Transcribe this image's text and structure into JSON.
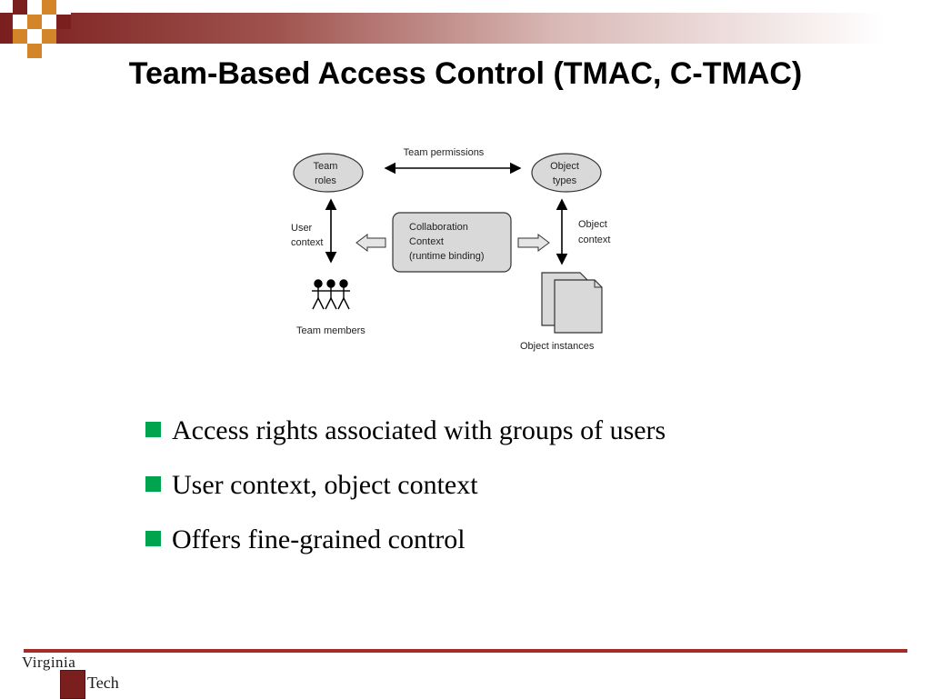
{
  "slide": {
    "title": "Team-Based Access Control (TMAC, C-TMAC)"
  },
  "diagram": {
    "team_permissions": "Team permissions",
    "team_roles": [
      "Team",
      "roles"
    ],
    "object_types": [
      "Object",
      "types"
    ],
    "user_context": [
      "User",
      "context"
    ],
    "object_context": [
      "Object",
      "context"
    ],
    "collaboration": [
      "Collaboration",
      "Context",
      "(runtime binding)"
    ],
    "team_members": "Team members",
    "object_instances": "Object instances"
  },
  "bullets": [
    "Access rights associated with groups of users",
    "User context, object context",
    "Offers fine-grained control"
  ],
  "footer": {
    "logo_word1": "Virginia",
    "logo_word2": "Tech"
  },
  "colors": {
    "bullet": "#00a44f",
    "accent": "#a52a2a",
    "maroon": "#7a1e1e",
    "orange": "#d4852a"
  }
}
